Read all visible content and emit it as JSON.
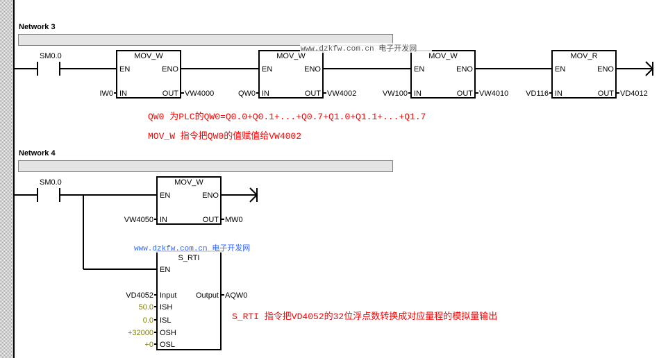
{
  "networks": [
    {
      "title": "Network 3",
      "contact": "SM0.0",
      "boxes": [
        {
          "name": "MOV_W",
          "en": "EN",
          "eno": "ENO",
          "in_pin": "IN",
          "out_pin": "OUT",
          "in": "IW0",
          "out": "VW4000"
        },
        {
          "name": "MOV_W",
          "en": "EN",
          "eno": "ENO",
          "in_pin": "IN",
          "out_pin": "OUT",
          "in": "QW0",
          "out": "VW4002"
        },
        {
          "name": "MOV_W",
          "en": "EN",
          "eno": "ENO",
          "in_pin": "IN",
          "out_pin": "OUT",
          "in": "VW100",
          "out": "VW4010"
        },
        {
          "name": "MOV_R",
          "en": "EN",
          "eno": "ENO",
          "in_pin": "IN",
          "out_pin": "OUT",
          "in": "VD116",
          "out": "VD4012"
        }
      ],
      "notes": [
        "QW0 为PLC的QW0=Q0.0+Q0.1+...+Q0.7+Q1.0+Q1.1+...+Q1.7",
        "MOV_W  指令把QW0的值赋值给VW4002"
      ]
    },
    {
      "title": "Network 4",
      "contact": "SM0.0",
      "mov": {
        "name": "MOV_W",
        "en": "EN",
        "eno": "ENO",
        "in_pin": "IN",
        "out_pin": "OUT",
        "in": "VW4050",
        "out": "MW0"
      },
      "srti": {
        "name": "S_RTI",
        "en": "EN",
        "pins": [
          {
            "pin": "Input",
            "value": "VD4052"
          },
          {
            "pin": "ISH",
            "value": "50.0"
          },
          {
            "pin": "ISL",
            "value": "0.0"
          },
          {
            "pin": "OSH",
            "value": "+32000"
          },
          {
            "pin": "OSL",
            "value": "+0"
          }
        ],
        "out_pin": "Output",
        "out": "AQW0"
      },
      "note": "S_RTI 指令把VD4052的32位浮点数转换成对应量程的模拟量输出"
    }
  ],
  "watermark": "www.dzkfw.com.cn 电子开发网",
  "colors": {
    "note": "#ff0000",
    "constant": "#808000",
    "watermark_blue": "#3366ff"
  }
}
